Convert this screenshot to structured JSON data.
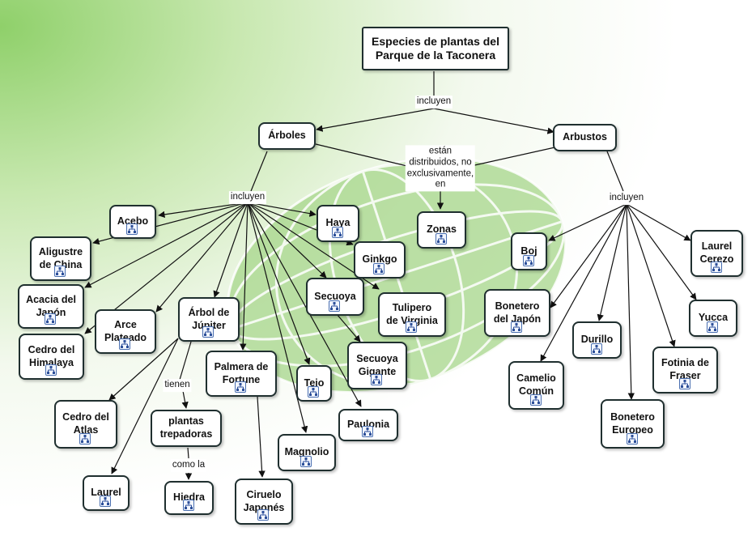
{
  "map": {
    "root": "Especies de plantas del\nParque de la Taconera",
    "linking": {
      "incluyen_root": "incluyen",
      "incluyen_arboles": "incluyen",
      "incluyen_arbustos": "incluyen",
      "distribuidos": "están\ndistribuidos, no\nexclusivamente,\nen",
      "tienen": "tienen",
      "como_la": "como la"
    },
    "concepts": {
      "arboles": "Árboles",
      "arbustos": "Arbustos",
      "zonas": "Zonas",
      "acebo": "Acebo",
      "aligustre": "Aligustre\nde China",
      "acacia": "Acacia del\nJapón",
      "cedro_himalaya": "Cedro del\nHimalaya",
      "arce": "Arce\nPlateado",
      "arbol_jupiter": "Árbol de\nJúpiter",
      "cedro_atlas": "Cedro del\nAtlas",
      "laurel": "Laurel",
      "palmera": "Palmera de\nFortune",
      "plantas_trepadoras": "plantas\ntrepadoras",
      "hiedra": "Hiedra",
      "ciruelo": "Ciruelo\nJaponés",
      "magnolio": "Magnolio",
      "tejo": "Tejo",
      "paulonia": "Paulonia",
      "haya": "Haya",
      "ginkgo": "Ginkgo",
      "secuoya": "Secuoya",
      "tulipero": "Tulipero\nde Virginia",
      "secuoya_gigante": "Secuoya\nGigante",
      "boj": "Boj",
      "laurel_cerezo": "Laurel\nCerezo",
      "bonetero_japon": "Bonetero\ndel Japón",
      "yucca": "Yucca",
      "durillo": "Durillo",
      "camelio": "Camelio\nComún",
      "fotinia": "Fotinia de\nFraser",
      "bonetero_europeo": "Bonetero\nEuropeo"
    }
  }
}
